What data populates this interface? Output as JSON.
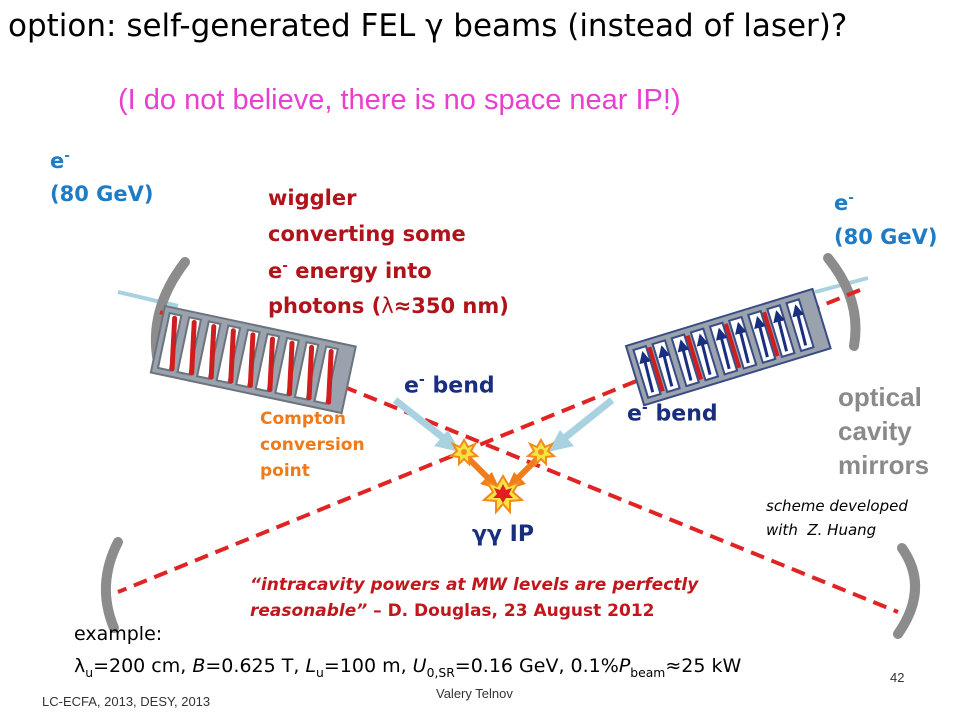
{
  "title": "option: self-generated FEL γ beams (instead of laser)?",
  "subtitle": "(I do not believe, there is no space near IP!)",
  "left_beam": {
    "particle": "e",
    "charge": "-",
    "energy": "(80 GeV)"
  },
  "right_beam": {
    "particle": "e",
    "charge": "-",
    "energy": "(80 GeV)"
  },
  "wiggler": {
    "line1": "wiggler",
    "line2": "converting some",
    "line3_particle": "e",
    "line3_charge": "-",
    "line3_rest": " energy into",
    "line4_start": "photons (",
    "line4_lambda": "λ",
    "line4_end": "≈350 nm)"
  },
  "bend_left": {
    "particle": "e",
    "charge": "-",
    "text": " bend"
  },
  "bend_right": {
    "particle": "e",
    "charge": "-",
    "text": " bend"
  },
  "compton": [
    "Compton",
    "conversion",
    "point"
  ],
  "ip_label": "γγ IP",
  "optical": [
    "optical",
    "cavity",
    "mirrors"
  ],
  "scheme": [
    "scheme developed",
    "with  Z. Huang"
  ],
  "quote": {
    "line1": "“intracavity powers at MW levels are perfectly",
    "line2_italic": "reasonable”",
    "line2_rest": " – D. Douglas, 23 August 2012"
  },
  "example": {
    "label": "example:",
    "lambda": "λ",
    "lambda_sub": "u",
    "p1": "=200 cm, ",
    "B": "B",
    "p2": "=0.625 T, ",
    "L": "L",
    "L_sub": "u",
    "p3": "=100 m, ",
    "U": "U",
    "U_sub": "0,SR",
    "p4": "=0.16 GeV,  0.1%",
    "P": "P",
    "P_sub": "beam",
    "p5": "≈25 kW"
  },
  "footer": {
    "left": "LC-ECFA, 2013, DESY, 2013",
    "center": "Valery Telnov",
    "page": "42"
  },
  "colors": {
    "blue": "#1f7bc4",
    "dark_red": "#b0141a",
    "navy": "#1a2e80",
    "orange": "#ef7a1a",
    "magenta": "#e83fd0",
    "gray": "#8a8a8a"
  }
}
